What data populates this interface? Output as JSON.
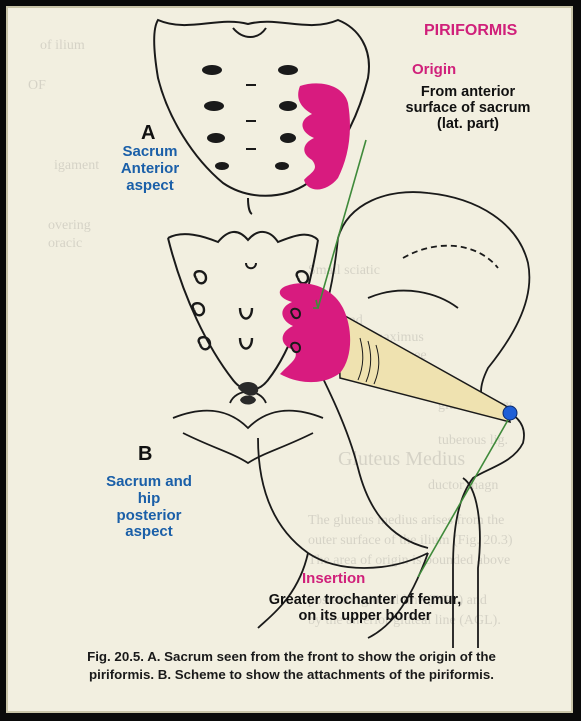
{
  "labels": {
    "title": "PIRIFORMIS",
    "origin_heading": "Origin",
    "origin_text": "From anterior surface of sacrum (lat. part)",
    "letter_a": "A",
    "view_a": "Sacrum Anterior aspect",
    "letter_b": "B",
    "view_b": "Sacrum and hip posterior aspect",
    "insertion_heading": "Insertion",
    "insertion_text": "Greater trochanter of femur, on its upper border"
  },
  "caption": {
    "line1": "Fig. 20.5. A. Sacrum seen from the front to show the origin of the",
    "line2": "piriformis. B. Scheme to show the attachments of the piriformis."
  },
  "colors": {
    "muscle": "#d81b7f",
    "muscle_band": "#efe2b0",
    "insertion_point": "#1f5fd6",
    "leader_line": "#3f8a3a",
    "outline": "#1a1a1a",
    "page": "#f2efe0"
  }
}
